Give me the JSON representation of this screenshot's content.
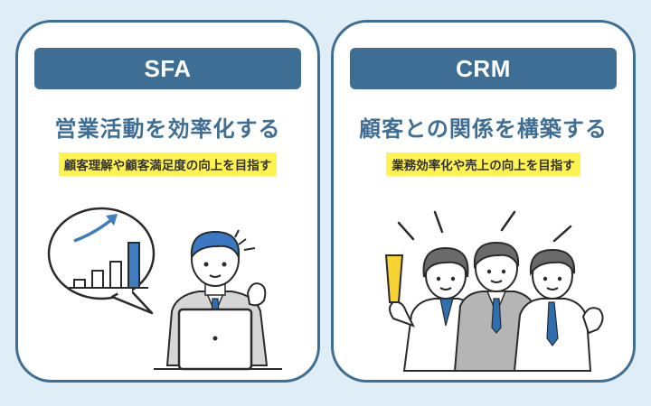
{
  "sfa": {
    "title": "SFA",
    "headline": "営業活動を効率化する",
    "highlight": "顧客理解や顧客満足度の向上を目指す",
    "chart_bars": [
      0.18,
      0.38,
      0.58,
      1.0
    ]
  },
  "crm": {
    "title": "CRM",
    "headline": "顧客との関係を構築する",
    "highlight": "業務効率化や売上の向上を目指す"
  },
  "colors": {
    "accent": "#3f6e95",
    "background": "#dfeef6",
    "highlight": "#fff44f",
    "card": "#ffffff"
  }
}
